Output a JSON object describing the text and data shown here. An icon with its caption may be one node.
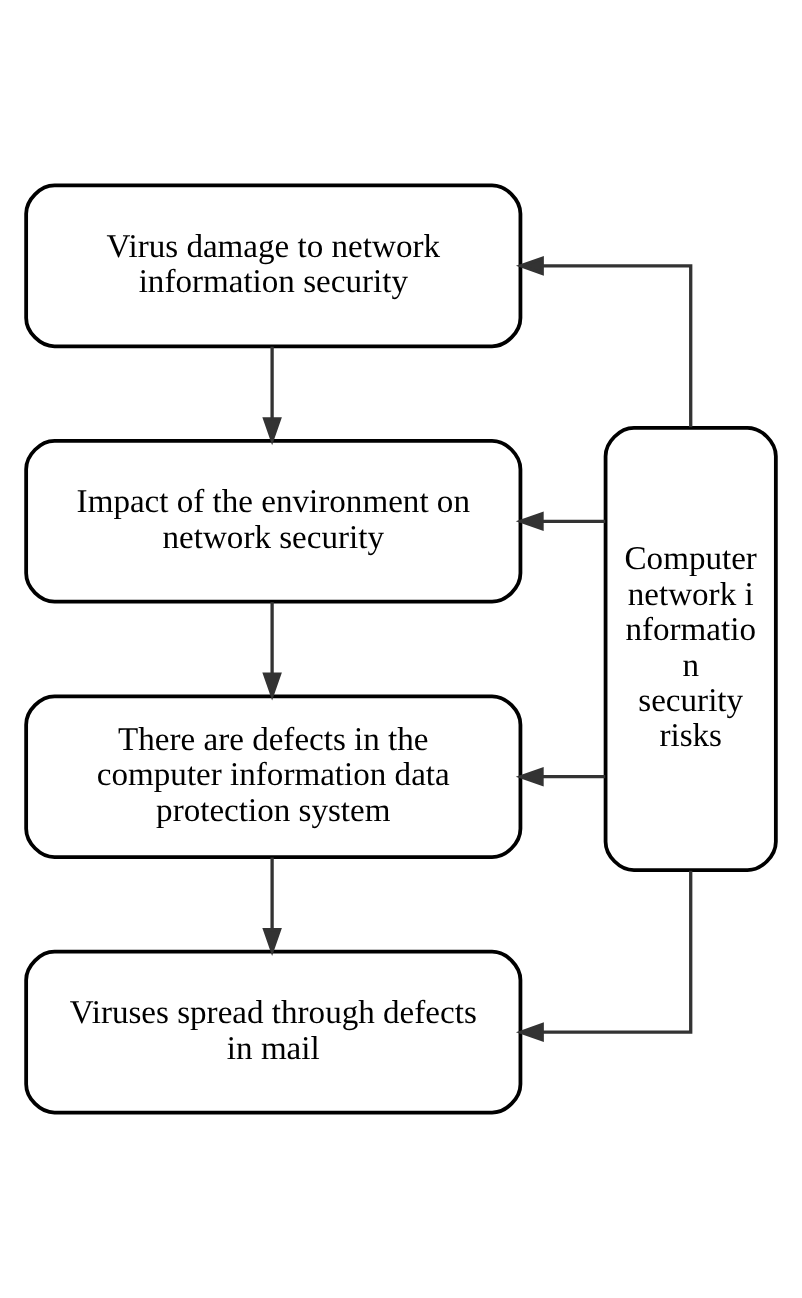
{
  "diagram": {
    "nodes": [
      {
        "text": [
          "Virus damage to network information security"
        ]
      },
      {
        "text": [
          "Impact of the environment on network security"
        ]
      },
      {
        "text": [
          "There are defects in the computer information data protection system"
        ]
      },
      {
        "text": [
          "Viruses spread through defects in mail"
        ]
      },
      {
        "text": [
          "Computer network information security risks"
        ]
      }
    ],
    "edges": [
      {
        "from": 0,
        "to": 1,
        "arrow": "to"
      },
      {
        "from": 1,
        "to": 2,
        "arrow": "to"
      },
      {
        "from": 2,
        "to": 3,
        "arrow": "to"
      },
      {
        "from": 4,
        "to": 0,
        "arrow": "to"
      },
      {
        "from": 4,
        "to": 1,
        "arrow": "to"
      },
      {
        "from": 4,
        "to": 2,
        "arrow": "to"
      },
      {
        "from": 4,
        "to": 3,
        "arrow": "to"
      }
    ]
  }
}
